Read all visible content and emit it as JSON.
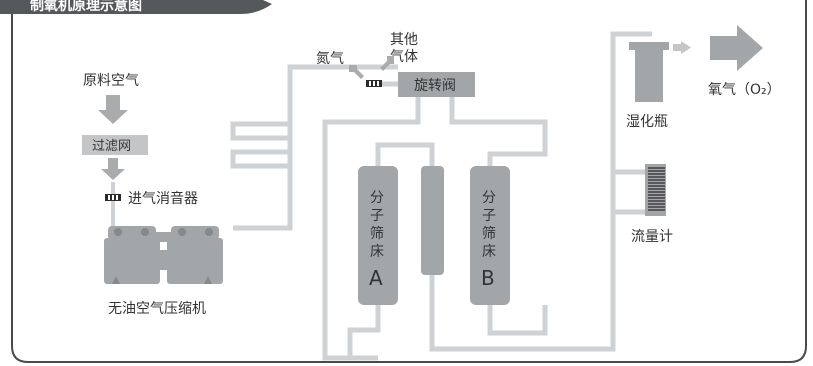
{
  "header": {
    "title": "制氧机原理示意图"
  },
  "colors": {
    "pipe": "#cfd2d4",
    "device": "#a3a6a9",
    "device_dark": "#86898c",
    "frame": "#4a4a4a",
    "arrow": "#a9abad",
    "text": "#333333",
    "valve": "#2b2b2b"
  },
  "labels": {
    "raw_air": "原料空气",
    "filter": "过滤网",
    "intake_muffler": "进气消音器",
    "compressor": "无油空气压缩机",
    "nitrogen": "氮气",
    "other_gas_line1": "其他",
    "other_gas_line2": "气体",
    "rotary_valve": "旋转阀",
    "sieve_a_chars": [
      "分",
      "子",
      "筛",
      "床"
    ],
    "sieve_a_letter": "A",
    "sieve_b_chars": [
      "分",
      "子",
      "筛",
      "床"
    ],
    "sieve_b_letter": "B",
    "humidifier": "湿化瓶",
    "flowmeter": "流量计",
    "oxygen": "氧气（O₂）"
  },
  "icons": {
    "raw_air_arrow": "arrow-down-icon",
    "filter_arrow": "arrow-down-icon",
    "exhaust_arrows": "arrow-up-left-icon",
    "oxygen_arrow": "arrow-right-icon"
  }
}
